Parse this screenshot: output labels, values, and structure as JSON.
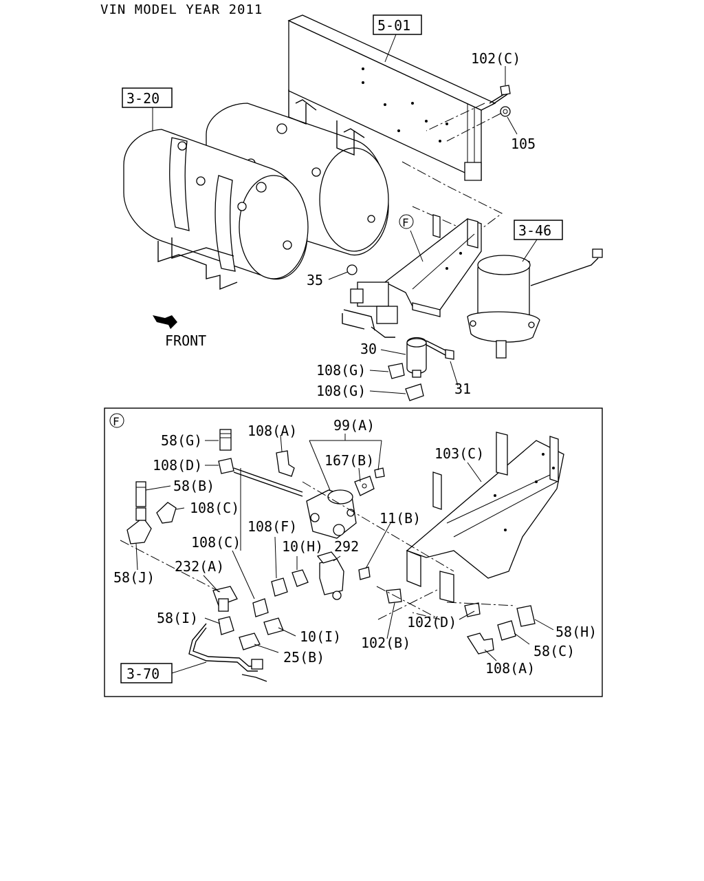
{
  "header": {
    "title": "VIN MODEL YEAR 2011"
  },
  "refs": {
    "r501": "5-01",
    "r320": "3-20",
    "r346": "3-46",
    "r370": "3-70"
  },
  "callouts": {
    "c102C": "102(C)",
    "c105": "105",
    "cF_top": "F",
    "c35": "35",
    "c30": "30",
    "c31": "31",
    "c108G_1": "108(G)",
    "c108G_2": "108(G)",
    "front": "FRONT",
    "cF_detail": "F",
    "c58G": "58(G)",
    "c108A_top": "108(A)",
    "c99A": "99(A)",
    "c167B": "167(B)",
    "c103C": "103(C)",
    "c108D": "108(D)",
    "c58B": "58(B)",
    "c108C_1": "108(C)",
    "c108F": "108(F)",
    "c11B": "11(B)",
    "c108C_2": "108(C)",
    "c10H": "10(H)",
    "c292": "292",
    "c58J": "58(J)",
    "c232A": "232(A)",
    "c58I": "58(I)",
    "c10I": "10(I)",
    "c25B": "25(B)",
    "c102D": "102(D)",
    "c102B": "102(B)",
    "c58H": "58(H)",
    "c58C": "58(C)",
    "c108A_bot": "108(A)"
  }
}
